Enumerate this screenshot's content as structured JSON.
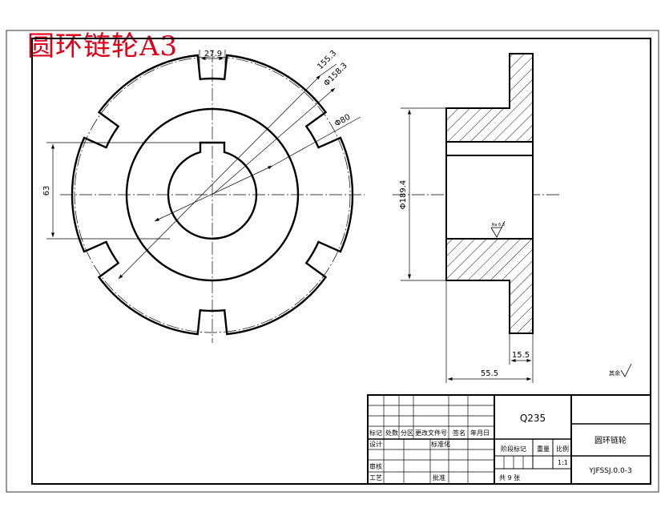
{
  "title": "圆环链轮A3",
  "dimensions": {
    "d_outer": "155.3",
    "d_pitch": "Φ158.3",
    "d_hub": "Φ80",
    "chord": "27.9",
    "height_63": "63",
    "d_side": "Φ189.4",
    "flange_width": "15.5",
    "total_width": "55.5",
    "roughness_main": "Ra 6.3",
    "roughness_other": "其余"
  },
  "title_block": {
    "material": "Q235",
    "part_name": "圆环链轮",
    "drawing_no": "YJFSSJ.0.0-3",
    "scale": "1:1",
    "sheet_count": "共 9 张",
    "revision_headers": [
      "标记",
      "处数",
      "分区",
      "更改文件号",
      "签名",
      "年月日"
    ],
    "design_label": "设计",
    "standardization_label": "标准化",
    "stage_mark_label": "阶段标记",
    "weight_label": "重量",
    "scale_label": "比例",
    "review_label": "审核",
    "process_label": "工艺",
    "approve_label": "批准"
  }
}
